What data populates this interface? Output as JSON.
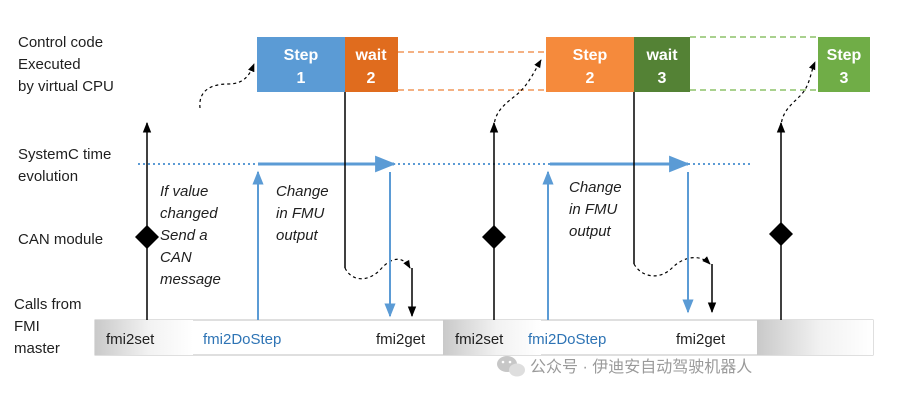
{
  "row_labels": {
    "control": [
      "Control code",
      "Executed",
      "by virtual CPU"
    ],
    "systemc": [
      "SystemC time",
      "evolution"
    ],
    "can": [
      "CAN module"
    ],
    "calls": [
      "Calls from",
      "FMI",
      "master"
    ]
  },
  "annotations": {
    "can_send": [
      "If value",
      "changed",
      "Send a",
      "CAN",
      "message"
    ],
    "change_1": [
      "Change",
      "in FMU",
      "output"
    ],
    "change_2": [
      "Change",
      "in FMU",
      "output"
    ]
  },
  "boxes": {
    "step1": [
      "Step",
      "1"
    ],
    "wait2": [
      "wait",
      "2"
    ],
    "step2": [
      "Step",
      "2"
    ],
    "wait3": [
      "wait",
      "3"
    ],
    "step3": [
      "Step",
      "3"
    ]
  },
  "calls": {
    "fmi2set_1": "fmi2set",
    "fmi2dostep_1": "fmi2DoStep",
    "fmi2get_1": "fmi2get",
    "fmi2set_2": "fmi2set",
    "fmi2dostep_2": "fmi2DoStep",
    "fmi2get_2": "fmi2get"
  },
  "watermark": "公众号 · 伊迪安自动驾驶机器人",
  "colors": {
    "step1_blue": "#5b9bd5",
    "wait2_orange": "#e06c1e",
    "step2_orange": "#f58a3c",
    "wait3_green": "#548235",
    "step3_green": "#70ad47",
    "systemc_blue": "#5b9bd5"
  }
}
